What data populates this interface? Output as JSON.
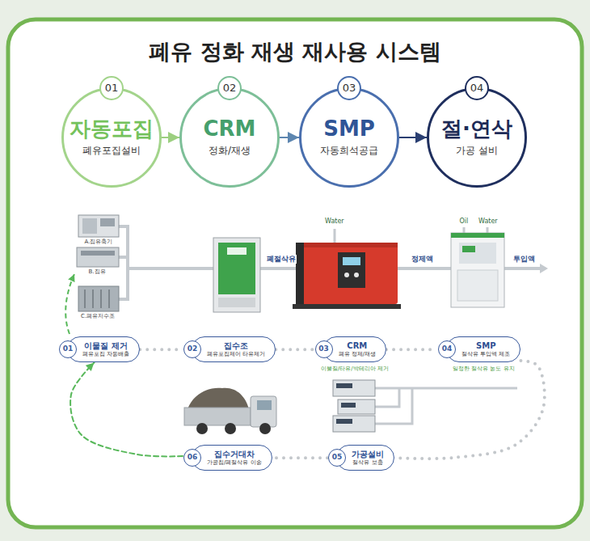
{
  "diagram": {
    "title": "폐유 정화 재생 재사용 시스템",
    "nodes": [
      {
        "text": [
          "01",
          "자동포집",
          "폐유포집설비"
        ]
      },
      {
        "text": [
          "02",
          "CRM",
          "정화/재생"
        ]
      },
      {
        "text": [
          "03",
          "SMP",
          "자동희석공급"
        ]
      },
      {
        "text": [
          "04",
          "절·연삭",
          "가공 설비"
        ]
      },
      {
        "text": [
          "01",
          "이물질 제거",
          "폐유포집 자동배출"
        ]
      },
      {
        "text": [
          "02",
          "집수조",
          "폐유포집제어 타유제거"
        ]
      },
      {
        "text": [
          "03",
          "CRM",
          "폐유 정제/재생",
          "이물질/타유/박테리아 제거"
        ]
      },
      {
        "text": [
          "04",
          "SMP",
          "절삭유 투입액 제조",
          "일정한 절삭유 농도 유지"
        ]
      },
      {
        "text": [
          "05",
          "가공설비",
          "절삭유 보충"
        ]
      },
      {
        "text": [
          "06",
          "집수거대차",
          "가공칩/폐절삭유 이송"
        ]
      }
    ],
    "edges": [
      {
        "from": 0,
        "to": 1,
        "arrow": "to"
      },
      {
        "from": 1,
        "to": 2,
        "arrow": "to"
      },
      {
        "from": 2,
        "to": 3,
        "arrow": "to"
      },
      {
        "from": 4,
        "to": 5,
        "arrow": "none"
      },
      {
        "from": 5,
        "to": 6,
        "arrow": "none"
      },
      {
        "from": 6,
        "to": 7,
        "arrow": "none"
      },
      {
        "from": 7,
        "to": 8,
        "arrow": "none"
      },
      {
        "from": 8,
        "to": 9,
        "arrow": "none"
      },
      {
        "from": 9,
        "to": 4,
        "arrow": "to"
      }
    ],
    "labels": [
      "A.집유축기",
      "B.집유",
      "C.폐유저수조",
      "폐절삭유",
      "Water",
      "정제액",
      "Oil",
      "Water",
      "투입액"
    ]
  }
}
